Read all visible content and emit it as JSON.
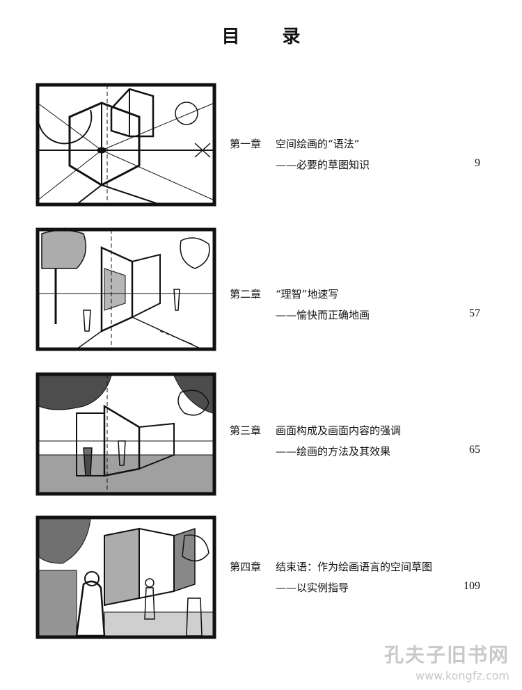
{
  "title": "目 录",
  "chapters": [
    {
      "chapter": "第一章",
      "title": "空间绘画的“语法”",
      "subtitle": "——必要的草图知识",
      "page": "9"
    },
    {
      "chapter": "第二章",
      "title": "“理智”地速写",
      "subtitle": "——愉快而正确地画",
      "page": "57"
    },
    {
      "chapter": "第三章",
      "title": "画面构成及画面内容的强调",
      "subtitle": "——绘画的方法及其效果",
      "page": "65"
    },
    {
      "chapter": "第四章",
      "title": "结束语：作为绘画语言的空间草图",
      "subtitle": "——以实例指导",
      "page": "109"
    }
  ],
  "watermark": {
    "brand": "孔夫子旧书网",
    "url": "www.kongfz.com"
  }
}
